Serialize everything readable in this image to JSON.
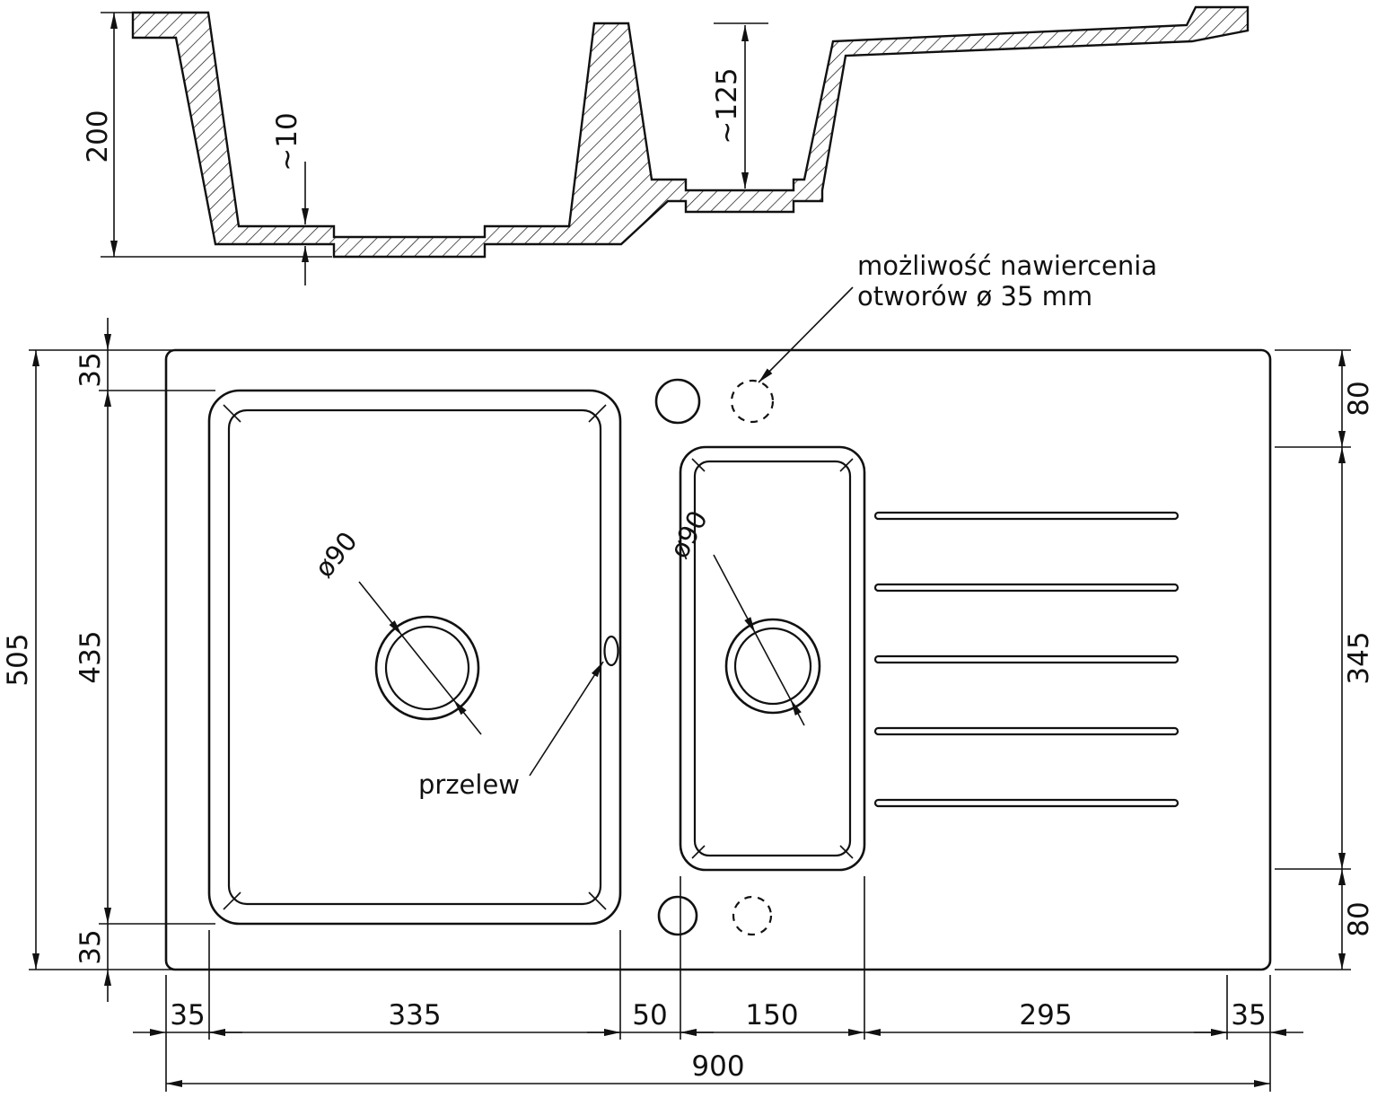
{
  "drawing": {
    "section": {
      "overall_depth": "200",
      "bottom_thickness": "~10",
      "small_bowl_depth": "~125"
    },
    "annotations": {
      "drill_note_line1": "możliwość nawiercenia",
      "drill_note_line2": "otworów ø 35 mm",
      "overflow_label": "przelew",
      "main_drain_diameter": "ø90",
      "small_drain_diameter": "ø90"
    },
    "plan_dims": {
      "total_width": "900",
      "total_height": "505",
      "left_margin": "35",
      "main_bowl_width": "335",
      "center_gap": "50",
      "small_bowl_width": "150",
      "drainer_width": "295",
      "right_margin": "35",
      "top_margin": "35",
      "main_bowl_height": "435",
      "bottom_margin": "35",
      "right_top_offset": "80",
      "small_bowl_height": "345",
      "right_bottom_offset": "80"
    }
  }
}
